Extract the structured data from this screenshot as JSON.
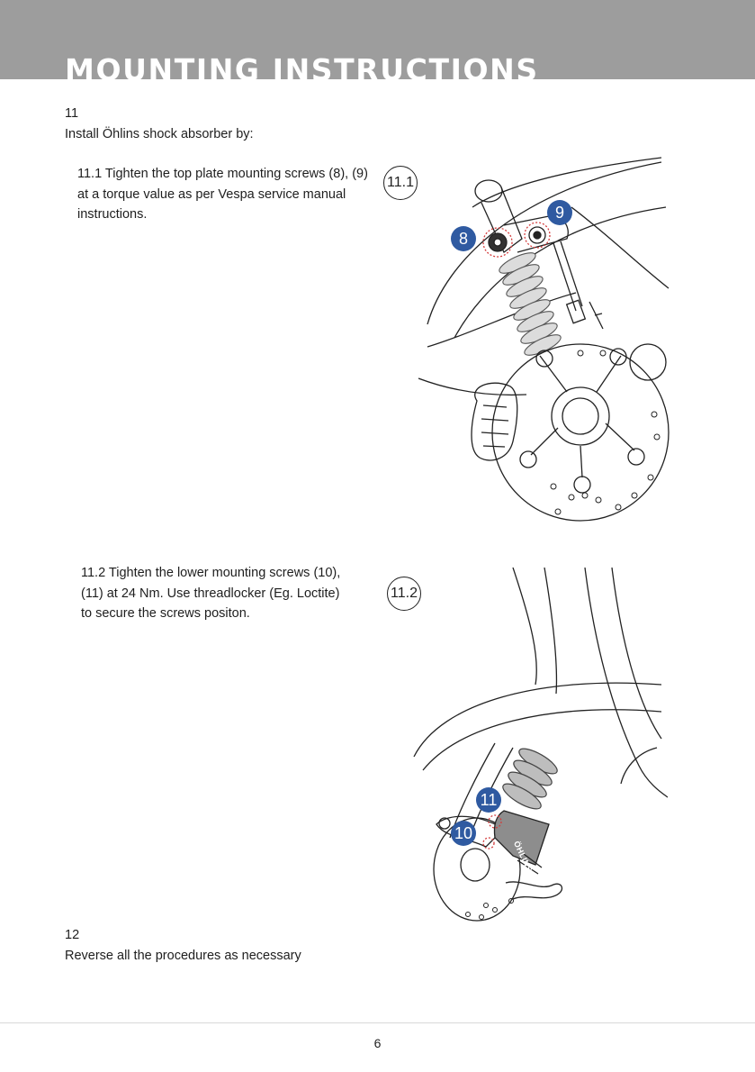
{
  "header": {
    "title": "MOUNTING INSTRUCTIONS"
  },
  "step11": {
    "number": "11",
    "intro": "Install Öhlins shock absorber by:",
    "sub1": {
      "text": "11.1 Tighten the top plate mounting screws (8), (9) at a torque value as per Vespa service manual instructions.",
      "badge": "11.1",
      "callouts": [
        "8",
        "9"
      ]
    },
    "sub2": {
      "text": "11.2 Tighten the lower mounting screws (10), (11) at 24 Nm. Use threadlocker (Eg. Loctite) to secure the screws positon.",
      "badge": "11.2",
      "callouts": [
        "11",
        "10"
      ],
      "shock_brand": "ÖHLINS"
    }
  },
  "step12": {
    "number": "12",
    "text": "Reverse all the procedures as necessary"
  },
  "footer": {
    "page_number": "6"
  },
  "colors": {
    "header_band": "#9d9d9d",
    "callout_fill": "#2f5aa1",
    "marker_ring": "#d33a3a"
  }
}
